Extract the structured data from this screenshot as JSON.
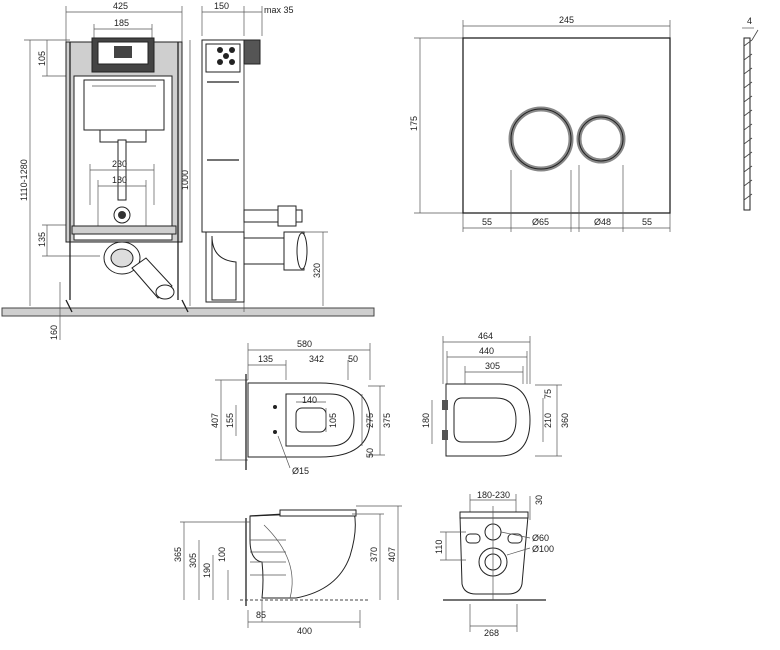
{
  "frame_front": {
    "width": "425",
    "bracket_width": "185",
    "top_offset": "105",
    "height_range": "1110-1280",
    "pipe_spacing": "230",
    "bolt_spacing": "180",
    "outlet_height": "135",
    "frame_height": "1000",
    "floor_offset": "160"
  },
  "frame_side": {
    "depth": "150",
    "max_depth": "max 35",
    "outlet_height": "320"
  },
  "flush_plate": {
    "width": "245",
    "height": "175",
    "thickness": "4",
    "margin_left": "55",
    "large_button": "Ø65",
    "small_button": "Ø48",
    "margin_right": "55"
  },
  "toilet_top": {
    "length": "580",
    "rear": "135",
    "bowl": "342",
    "front": "50",
    "width": "407",
    "mount_spacing": "155",
    "opening_length": "140",
    "opening_width": "105",
    "opening_side": "275",
    "outer_width": "375",
    "front_gap": "50",
    "hole": "Ø15"
  },
  "seat": {
    "length": "464",
    "inner_length": "440",
    "hinge_to_front": "305",
    "hinge_spacing": "180",
    "rim_offset": "75",
    "width": "210",
    "outer_width": "360"
  },
  "toilet_side": {
    "height_total": "365",
    "height_outlet": "305",
    "height_fix": "190",
    "height_bottom": "100",
    "front_height": "370",
    "overall_height": "407",
    "base": "85",
    "length": "400"
  },
  "toilet_rear": {
    "spacing": "180-230",
    "top": "30",
    "side": "110",
    "inlet": "Ø60",
    "outlet": "Ø100",
    "width": "268"
  }
}
